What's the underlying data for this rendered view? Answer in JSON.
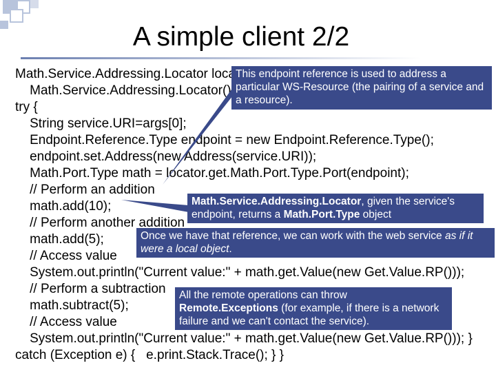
{
  "title": "A simple client 2/2",
  "code_lines": [
    "Math.Service.Addressing.Locator locator = new",
    "    Math.Service.Addressing.Locator();",
    "try {",
    "    String service.URI=args[0];",
    "    Endpoint.Reference.Type endpoint = new Endpoint.Reference.Type();",
    "    endpoint.set.Address(new Address(service.URI));",
    "    Math.Port.Type math = locator.get.Math.Port.Type.Port(endpoint);",
    "    // Perform an addition",
    "    math.add(10);",
    "    // Perform another addition",
    "    math.add(5);",
    "    // Access value",
    "    System.out.println(\"Current value:\" + math.get.Value(new Get.Value.RP()));",
    "    // Perform a subtraction",
    "    math.subtract(5);",
    "    // Access value",
    "    System.out.println(\"Current value:\" + math.get.Value(new Get.Value.RP())); }",
    "catch (Exception e) {   e.print.Stack.Trace(); } }"
  ],
  "callouts": {
    "c1": "This endpoint reference is used to address a particular WS-Resource (the pairing of a service and a resource).",
    "c2": {
      "bold1": "Math.Service.Addressing.Locator",
      "text1": ", given the service's endpoint, returns a ",
      "bold2": "Math.Port.Type",
      "text2": " object"
    },
    "c3": {
      "text1": "Once we have that reference, we can work with the web service ",
      "italic1": "as if it were a local object",
      "text2": "."
    },
    "c4": {
      "text1": "All the remote operations can throw ",
      "bold1": "Remote.Exceptions",
      "text2": " (for example, if there is a network failure and we can't contact the service)."
    }
  },
  "colors": {
    "callout_bg": "#3a4a8a",
    "callout_text": "#ffffff",
    "accent": "#b8c4dc"
  }
}
